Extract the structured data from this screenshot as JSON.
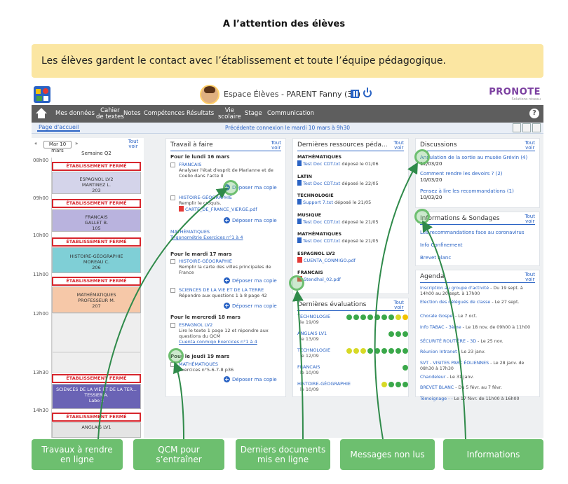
{
  "page_title": "A l’attention des élèves",
  "banner": "Les élèves gardent le contact avec l’établissement et toute l’équipe pédagogique.",
  "app": {
    "title": "Espace Élèves - PARENT Fanny (3A)",
    "brand": "PRONOTE",
    "brand_sub": "Solutions réseau",
    "nav": [
      "Mes données",
      "Cahier\nde textes",
      "Notes",
      "Compétences",
      "Résultats",
      "Vie\nscolaire",
      "Stage",
      "Communication"
    ],
    "tab": "Page d'accueil",
    "last_connection": "Précédente connexion le mardi 10 mars à 9h30"
  },
  "see_all": "Tout\nvoir",
  "schedule": {
    "date": "Mar 10 mars",
    "prev": "«",
    "next": "»",
    "week": "Semaine Q2",
    "hours": [
      "08h00",
      "09h00",
      "10h00",
      "11h00",
      "12h00",
      "13h30",
      "14h30"
    ],
    "closed_label": "ÉTABLISSEMENT FERMÉ",
    "courses": [
      {
        "lines": "ESPAGNOL LV2\nMARTINEZ L.\n203",
        "color": "#d4d4ea"
      },
      {
        "lines": "FRANCAIS\nGALLET B.\n105",
        "color": "#b9b3de"
      },
      {
        "lines": "HISTOIRE-GÉOGRAPHIE\nMOREAU C.\n206",
        "color": "#7fcfd6"
      },
      {
        "lines": "MATHÉMATIQUES\nPROFESSEUR M.\n207",
        "color": "#f6c8a8"
      },
      {
        "lines": "SCIENCES DE LA VIE ET DE LA TER...\nTESSIER A.\nLabo 2",
        "color": "#6a63b5"
      },
      {
        "lines": "ANGLAIS LV1",
        "color": "#e4e4e4"
      }
    ]
  },
  "homework": {
    "title": "Travail à faire",
    "upload_label": "Déposer ma copie",
    "days": [
      "Pour le lundi 16 mars",
      "Pour le mardi 17 mars",
      "Pour le mercredi 18 mars",
      "Pour le jeudi 19 mars"
    ],
    "items": [
      {
        "subject": "FRANCAIS",
        "text": "Analyser l'état d'esprit de Marianne et de Coelio dans l'acte II"
      },
      {
        "subject": "HISTOIRE-GÉOGRAPHIE",
        "text": "Remplir le croquis.",
        "file": "CARTE_DE_FRANCE_VIERGE.pdf"
      },
      {
        "subject": "MATHÉMATIQUES",
        "link": "Trigonométrie Exercices n°1 à 4"
      },
      {
        "subject": "HISTOIRE-GÉOGRAPHIE",
        "text": "Remplir la carte des villes principales de France"
      },
      {
        "subject": "SCIENCES DE LA VIE ET DE LA TERRE",
        "text": "Répondre aux questions 1 à 8 page 42"
      },
      {
        "subject": "ESPAGNOL LV2",
        "text": "Lire le texte 1 page 12 et répondre aux questions du QCM",
        "link": "Cuenta conmigo Exercices n°1 à 4"
      },
      {
        "subject": "MATHÉMATIQUES",
        "text": "Exercices n°5-6-7-8 p36"
      }
    ]
  },
  "resources": {
    "title": "Dernières ressources péda...",
    "items": [
      {
        "subject": "MATHÉMATIQUES",
        "file": "Test Doc CDT.txt",
        "info": "déposé le 01/06"
      },
      {
        "subject": "LATIN",
        "file": "Test Doc CDT.txt",
        "info": "déposé le 22/05"
      },
      {
        "subject": "TECHNOLOGIE",
        "file": "Support 7.txt",
        "info": "déposé le 21/05"
      },
      {
        "subject": "MUSIQUE",
        "file": "Test Doc CDT.txt",
        "info": "déposé le 21/05"
      },
      {
        "subject": "MATHÉMATIQUES",
        "file": "Test Doc CDT.txt",
        "info": "déposé le 21/05"
      },
      {
        "subject": "ESPAGNOL LV2",
        "file": "CUENTA_CONMIGO.pdf",
        "info": ""
      },
      {
        "subject": "FRANCAIS",
        "file": "Stendhal_02.pdf",
        "info": ""
      }
    ]
  },
  "evaluations": {
    "title": "Dernières évaluations",
    "items": [
      {
        "subject": "TECHNOLOGIE",
        "date": "le 19/09",
        "dots": [
          "#3aa84a",
          "#3aa84a",
          "#3aa84a",
          "#3aa84a",
          "#3aa84a",
          "#3aa84a",
          "#3aa84a",
          "#d7d926",
          "#f2c200"
        ]
      },
      {
        "subject": "ANGLAIS LV1",
        "date": "le 13/09",
        "dots": [
          "#3aa84a",
          "#3aa84a",
          "#3aa84a"
        ]
      },
      {
        "subject": "TECHNOLOGIE",
        "date": "le 12/09",
        "dots": [
          "#d7d926",
          "#d7d926",
          "#d7d926",
          "#3aa84a",
          "#3aa84a",
          "#3aa84a",
          "#3aa84a",
          "#3aa84a",
          "#3aa84a"
        ]
      },
      {
        "subject": "FRANCAIS",
        "date": "le 10/09",
        "dots": [
          "#3aa84a"
        ]
      },
      {
        "subject": "HISTOIRE-GÉOGRAPHIE",
        "date": "le 10/09",
        "dots": [
          "#d7d926",
          "#3aa84a",
          "#3aa84a",
          "#3aa84a"
        ]
      }
    ]
  },
  "discussions": {
    "title": "Discussions",
    "items": [
      {
        "label": "Annulation de la sortie au musée Grévin (4)",
        "date": "12/03/20"
      },
      {
        "label": "Comment rendre les devoirs ? (2)",
        "date": "10/03/20"
      },
      {
        "label": "Pensez à lire les recommandations (1)",
        "date": "10/03/20"
      }
    ]
  },
  "infos": {
    "title": "Informations & Sondages",
    "items": [
      "Les recommandations face au coronavirus",
      "Info Confinement",
      "Brevet blanc"
    ]
  },
  "agenda": {
    "title": "Agenda",
    "items": [
      {
        "label": "Inscription au groupe d'activité",
        "date": " - Du 19 sept. à 14h00 au 20 sept. à 17h00"
      },
      {
        "label": "Election des délégués de classe",
        "date": " - Le 27 sept."
      },
      {
        "label": "Chorale Gospel",
        "date": " - Le 7 oct."
      },
      {
        "label": "Info TABAC - 3ème",
        "date": " - Le 18 nov. de 09h00 à 11h00"
      },
      {
        "label": "SÉCURITÉ ROUTIÈRE - 3D",
        "date": " - Le 25 nov."
      },
      {
        "label": "Réunion Intranet",
        "date": " - Le 23 janv."
      },
      {
        "label": "SVT - VISITES PARC ÉOLIENNES",
        "date": " - Le 28 janv. de 08h30 à 17h30"
      },
      {
        "label": "Chandeleur",
        "date": " - Le 31 janv."
      },
      {
        "label": "BREVET BLANC",
        "date": " - Du 5 févr. au 7 févr."
      },
      {
        "label": "Témoignage - -",
        "date": " Le 17 févr. de 11h00 à 16h00"
      }
    ]
  },
  "callouts": [
    "Travaux à rendre\nen ligne",
    "QCM pour\ns’entraîner",
    "Derniers documents\nmis en ligne",
    "Messages non lus",
    "Informations"
  ],
  "colors": {
    "accent": "#2a63c4",
    "closed": "#d7262d",
    "callout": "#6dbf6f",
    "banner": "#fbe6a2"
  }
}
